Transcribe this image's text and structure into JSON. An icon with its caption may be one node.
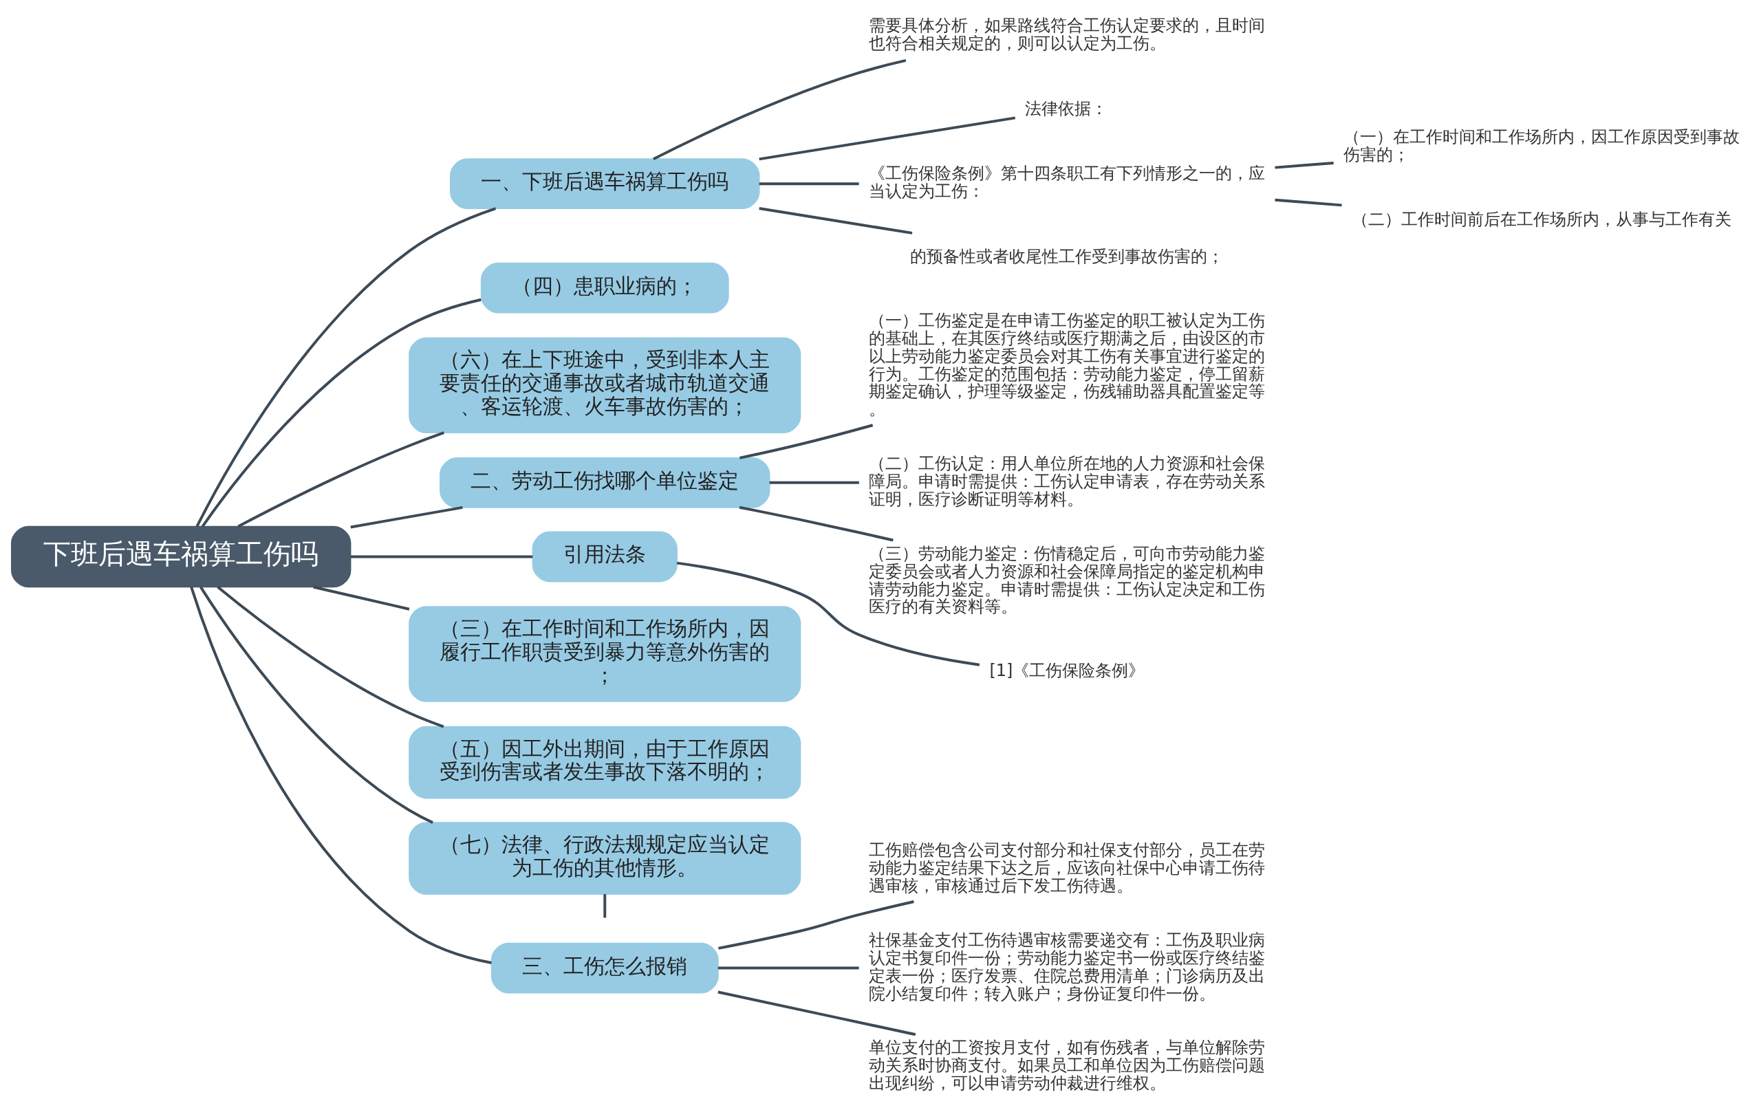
{
  "diagram": {
    "nodes": [
      {
        "text": [
          "下班后遇车祸算工伤吗"
        ]
      },
      {
        "text": [
          "一、下班后遇车祸算工伤吗"
        ]
      },
      {
        "text": [
          "需要具体分析，如果路线符合工伤认定要求的，且时间也符合相关规定的，则可以认定为工伤。"
        ]
      },
      {
        "text": [
          "法律依据："
        ]
      },
      {
        "text": [
          "《工伤保险条例》第十四条职工有下列情形之一的，应当认定为工伤："
        ]
      },
      {
        "text": [
          "（一）在工作时间和工作场所内，因工作原因受到事故伤害的；"
        ]
      },
      {
        "text": [
          "（二）工作时间前后在工作场所内，从事与工作有关"
        ]
      },
      {
        "text": [
          "的预备性或者收尾性工作受到事故伤害的；"
        ]
      },
      {
        "text": [
          "（四）患职业病的；"
        ]
      },
      {
        "text": [
          "（六）在上下班途中，受到非本人主要责任的交通事故或者城市轨道交通、客运轮渡、火车事故伤害的；"
        ]
      },
      {
        "text": [
          "二、劳动工伤找哪个单位鉴定"
        ]
      },
      {
        "text": [
          "（一）工伤鉴定是在申请工伤鉴定的职工被认定为工伤的基础上，在其医疗终结或医疗期满之后，由设区的市以上劳动能力鉴定委员会对其工伤有关事宜进行鉴定的行为。工伤鉴定的范围包括：劳动能力鉴定，停工留薪期鉴定确认，护理等级鉴定，伤残辅助器具配置鉴定等。"
        ]
      },
      {
        "text": [
          "（二）工伤认定：用人单位所在地的人力资源和社会保障局。申请时需提供：工伤认定申请表，存在劳动关系证明，医疗诊断证明等材料。"
        ]
      },
      {
        "text": [
          "（三）劳动能力鉴定：伤情稳定后，可向市劳动能力鉴定委员会或者人力资源和社会保障局指定的鉴定机构申请劳动能力鉴定。申请时需提供：工伤认定决定和工伤医疗的有关资料等。"
        ]
      },
      {
        "text": [
          "引用法条"
        ]
      },
      {
        "text": [
          "[1]《工伤保险条例》"
        ]
      },
      {
        "text": [
          "（三）在工作时间和工作场所内，因履行工作职责受到暴力等意外伤害的；"
        ]
      },
      {
        "text": [
          "（五）因工外出期间，由于工作原因受到伤害或者发生事故下落不明的；"
        ]
      },
      {
        "text": [
          "（七）法律、行政法规规定应当认定为工伤的其他情形。"
        ]
      },
      {
        "text": [
          "三、工伤怎么报销"
        ]
      },
      {
        "text": [
          "工伤赔偿包含公司支付部分和社保支付部分，员工在劳动能力鉴定结果下达之后，应该向社保中心申请工伤待遇审核，审核通过后下发工伤待遇。"
        ]
      },
      {
        "text": [
          "社保基金支付工伤待遇审核需要递交有：工伤及职业病认定书复印件一份；劳动能力鉴定书一份或医疗终结鉴定表一份；医疗发票、住院总费用清单；门诊病历及出院小结复印件；转入账户；身份证复印件一份。"
        ]
      },
      {
        "text": [
          "单位支付的工资按月支付，如有伤残者，与单位解除劳动关系时协商支付。如果员工和单位因为工伤赔偿问题出现纠纷，可以申请劳动仲裁进行维权。"
        ]
      }
    ],
    "edges": [
      {
        "from": 0,
        "to": 1,
        "arrow": "none"
      },
      {
        "from": 1,
        "to": 2,
        "arrow": "none"
      },
      {
        "from": 1,
        "to": 3,
        "arrow": "none"
      },
      {
        "from": 1,
        "to": 4,
        "arrow": "none"
      },
      {
        "from": 4,
        "to": 5,
        "arrow": "none"
      },
      {
        "from": 4,
        "to": 6,
        "arrow": "none"
      },
      {
        "from": 1,
        "to": 7,
        "arrow": "none"
      },
      {
        "from": 0,
        "to": 8,
        "arrow": "none"
      },
      {
        "from": 0,
        "to": 9,
        "arrow": "none"
      },
      {
        "from": 0,
        "to": 10,
        "arrow": "none"
      },
      {
        "from": 10,
        "to": 11,
        "arrow": "none"
      },
      {
        "from": 10,
        "to": 12,
        "arrow": "none"
      },
      {
        "from": 10,
        "to": 13,
        "arrow": "none"
      },
      {
        "from": 0,
        "to": 14,
        "arrow": "none"
      },
      {
        "from": 14,
        "to": 15,
        "arrow": "none"
      },
      {
        "from": 0,
        "to": 16,
        "arrow": "none"
      },
      {
        "from": 0,
        "to": 17,
        "arrow": "none"
      },
      {
        "from": 0,
        "to": 18,
        "arrow": "none"
      },
      {
        "from": 18,
        "to": null,
        "arrow": "none"
      },
      {
        "from": 0,
        "to": 19,
        "arrow": "none"
      },
      {
        "from": 19,
        "to": 20,
        "arrow": "none"
      },
      {
        "from": 19,
        "to": 21,
        "arrow": "none"
      },
      {
        "from": 19,
        "to": 22,
        "arrow": "none"
      }
    ]
  }
}
